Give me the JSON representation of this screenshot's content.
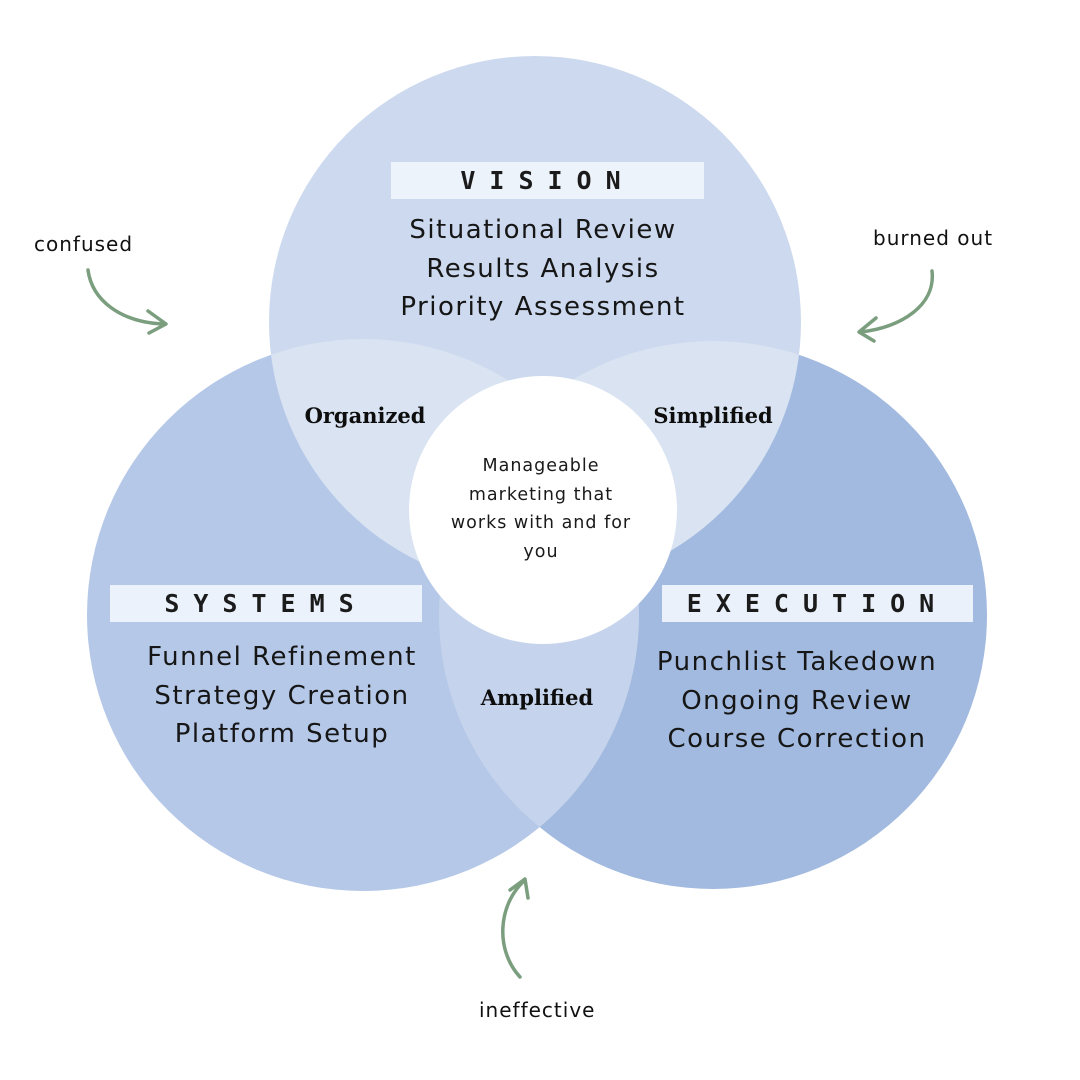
{
  "colors": {
    "vision_circle": "#ccd9ee",
    "systems_circle": "#b5c8e8",
    "execution_circle": "#a2badf",
    "overlap_light": "#d9e3f2",
    "center": "#ffffff",
    "arrow": "#7a9e7e"
  },
  "vision": {
    "title": "VISION",
    "items": [
      "Situational Review",
      "Results Analysis",
      "Priority Assessment"
    ]
  },
  "systems": {
    "title": "SYSTEMS",
    "items": [
      "Funnel Refinement",
      "Strategy Creation",
      "Platform Setup"
    ]
  },
  "execution": {
    "title": "EXECUTION",
    "items": [
      "Punchlist Takedown",
      "Ongoing Review",
      "Course Correction"
    ]
  },
  "overlaps": {
    "vision_systems": "Organized",
    "vision_execution": "Simplified",
    "systems_execution": "Amplified"
  },
  "center": {
    "lines": [
      "Manageable",
      "marketing that",
      "works with and for",
      "you"
    ]
  },
  "pain_points": {
    "top_left": "confused",
    "top_right": "burned out",
    "bottom": "ineffective"
  }
}
